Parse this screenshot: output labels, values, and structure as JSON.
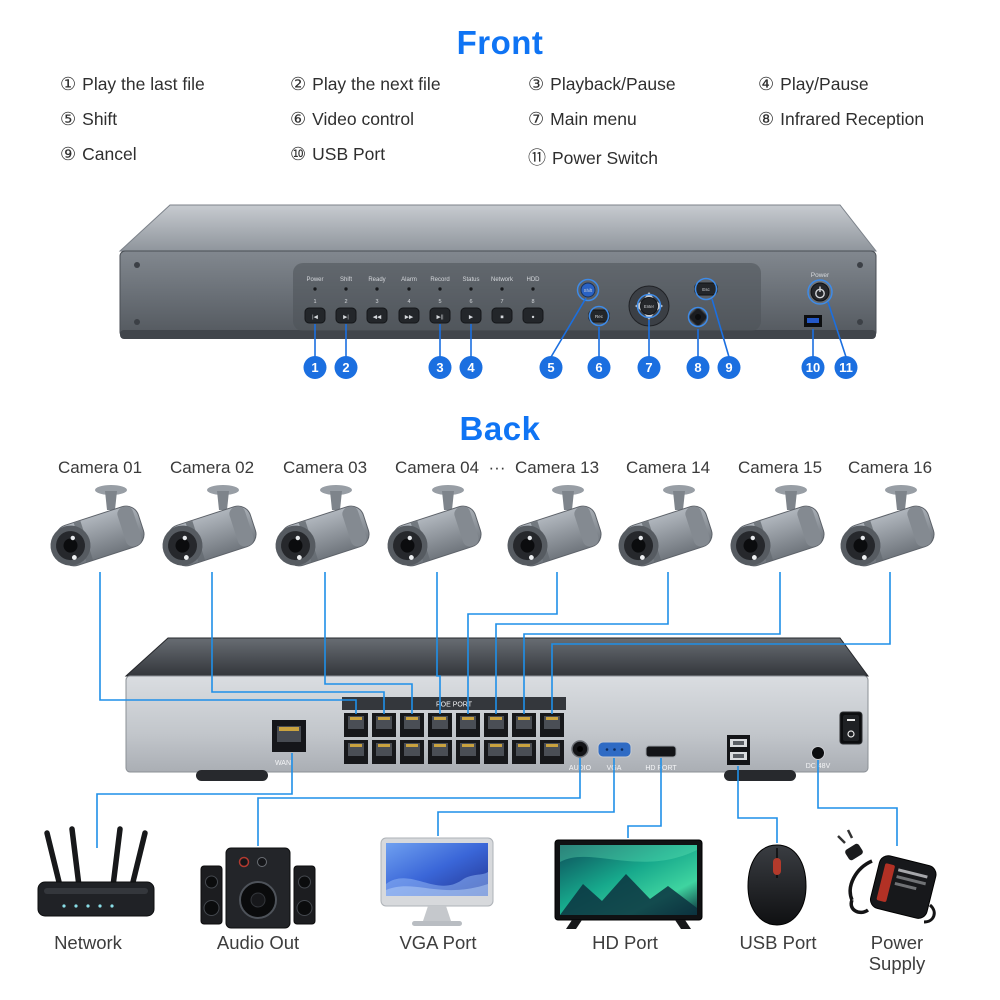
{
  "front": {
    "title": "Front",
    "legend": [
      {
        "num": "①",
        "label": "Play the last file"
      },
      {
        "num": "②",
        "label": "Play the next file"
      },
      {
        "num": "③",
        "label": "Playback/Pause"
      },
      {
        "num": "④",
        "label": "Play/Pause"
      },
      {
        "num": "⑤",
        "label": "Shift"
      },
      {
        "num": "⑥",
        "label": "Video control"
      },
      {
        "num": "⑦",
        "label": "Main menu"
      },
      {
        "num": "⑧",
        "label": "Infrared Reception"
      },
      {
        "num": "⑨",
        "label": "Cancel"
      },
      {
        "num": "⑩",
        "label": "USB Port"
      },
      {
        "num": "⑪",
        "label": "Power Switch"
      }
    ],
    "callouts": [
      "1",
      "2",
      "3",
      "4",
      "5",
      "6",
      "7",
      "8",
      "9",
      "10",
      "11"
    ],
    "panel": {
      "led_labels": [
        "Power",
        "Shift",
        "Ready",
        "Alarm",
        "Record",
        "Status",
        "Network",
        "HDD"
      ],
      "button_numbers": [
        "1",
        "2",
        "3",
        "4",
        "5",
        "6",
        "7",
        "8"
      ],
      "button_symbols": [
        "|◀",
        "▶|",
        "◀◀",
        "▶▶",
        "▶||",
        "▶",
        "■",
        "●"
      ],
      "shift_label": "Shift",
      "rec_label": "Rec",
      "esc_label": "Esc",
      "enter_label": "Enter",
      "power_label": "Power"
    }
  },
  "back": {
    "title": "Back",
    "camera_labels": [
      "Camera 01",
      "Camera 02",
      "Camera 03",
      "Camera 04",
      "Camera 13",
      "Camera 14",
      "Camera 15",
      "Camera 16"
    ],
    "ellipsis": "···",
    "panel": {
      "wan_label": "WAN",
      "poe_label": "POE PORT",
      "audio_label": "AUDIO",
      "vga_label": "VGA",
      "hd_label": "HD PORT",
      "dc_label": "DC 48V"
    }
  },
  "peripherals": [
    {
      "label": "Network"
    },
    {
      "label": "Audio Out"
    },
    {
      "label": "VGA Port"
    },
    {
      "label": "HD Port"
    },
    {
      "label": "USB Port"
    },
    {
      "label": "Power Supply"
    }
  ],
  "colors": {
    "accent_blue": "#0f74f4",
    "line_blue": "#1f8fe8",
    "callout_blue": "#1b6fe0"
  }
}
